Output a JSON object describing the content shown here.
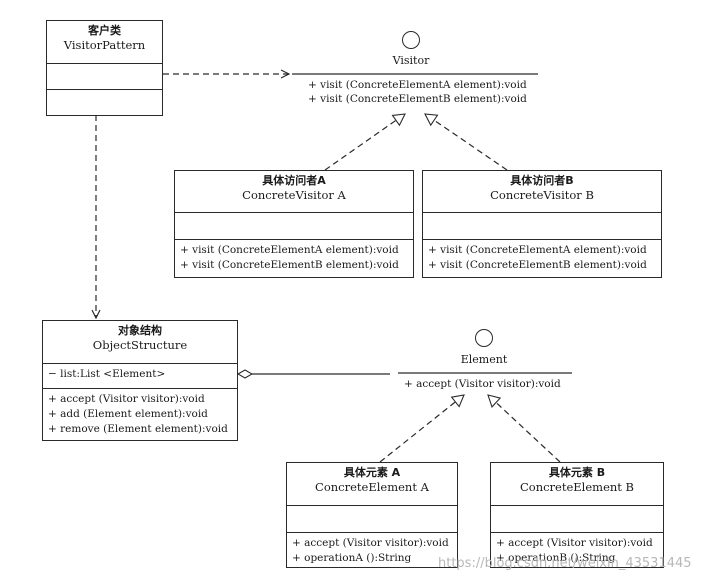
{
  "client": {
    "title_cn": "客户类",
    "title_en": "VisitorPattern"
  },
  "visitor": {
    "name": "Visitor",
    "ops": [
      "+ visit (ConcreteElementA element):void",
      "+ visit (ConcreteElementB element):void"
    ]
  },
  "visitor_a": {
    "title_cn": "具体访问者A",
    "title_en": "ConcreteVisitor A",
    "ops": [
      "+ visit (ConcreteElementA element):void",
      "+ visit (ConcreteElementB element):void"
    ]
  },
  "visitor_b": {
    "title_cn": "具体访问者B",
    "title_en": "ConcreteVisitor B",
    "ops": [
      "+ visit (ConcreteElementA element):void",
      "+ visit (ConcreteElementB element):void"
    ]
  },
  "object_structure": {
    "title_cn": "对象结构",
    "title_en": "ObjectStructure",
    "attrs": [
      "− list:List <Element>"
    ],
    "ops": [
      "+ accept (Visitor visitor):void",
      "+ add (Element element):void",
      "+ remove (Element element):void"
    ]
  },
  "element": {
    "name": "Element",
    "ops": [
      "+ accept (Visitor visitor):void"
    ]
  },
  "element_a": {
    "title_cn": "具体元素 A",
    "title_en": "ConcreteElement A",
    "ops": [
      "+ accept (Visitor visitor):void",
      "+ operationA ():String"
    ]
  },
  "element_b": {
    "title_cn": "具体元素 B",
    "title_en": "ConcreteElement B",
    "ops": [
      "+ accept (Visitor visitor):void",
      "+ operationB ():String"
    ]
  },
  "watermark": "https://blog.csdn.net/weixin_43531445"
}
